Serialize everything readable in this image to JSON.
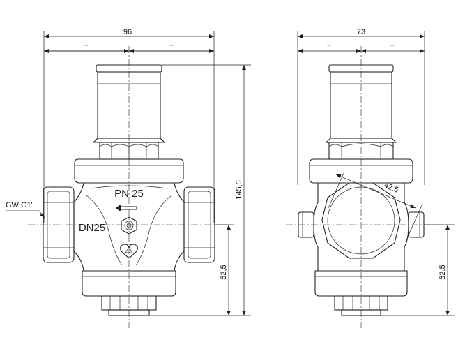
{
  "drawing": {
    "front_view": {
      "overall_width": "96",
      "half_left": "=",
      "half_right": "=",
      "overall_height": "145,5",
      "lower_height": "52,5",
      "thread_label": "GW G1\"",
      "pressure_marking": "PN 25",
      "size_marking": "DN25"
    },
    "side_view": {
      "overall_width": "73",
      "half_left": "=",
      "half_right": "=",
      "hex_size": "42,5",
      "lower_height": "52,5"
    }
  },
  "colors": {
    "line": "#222222",
    "body_fill": "#ffffff"
  }
}
